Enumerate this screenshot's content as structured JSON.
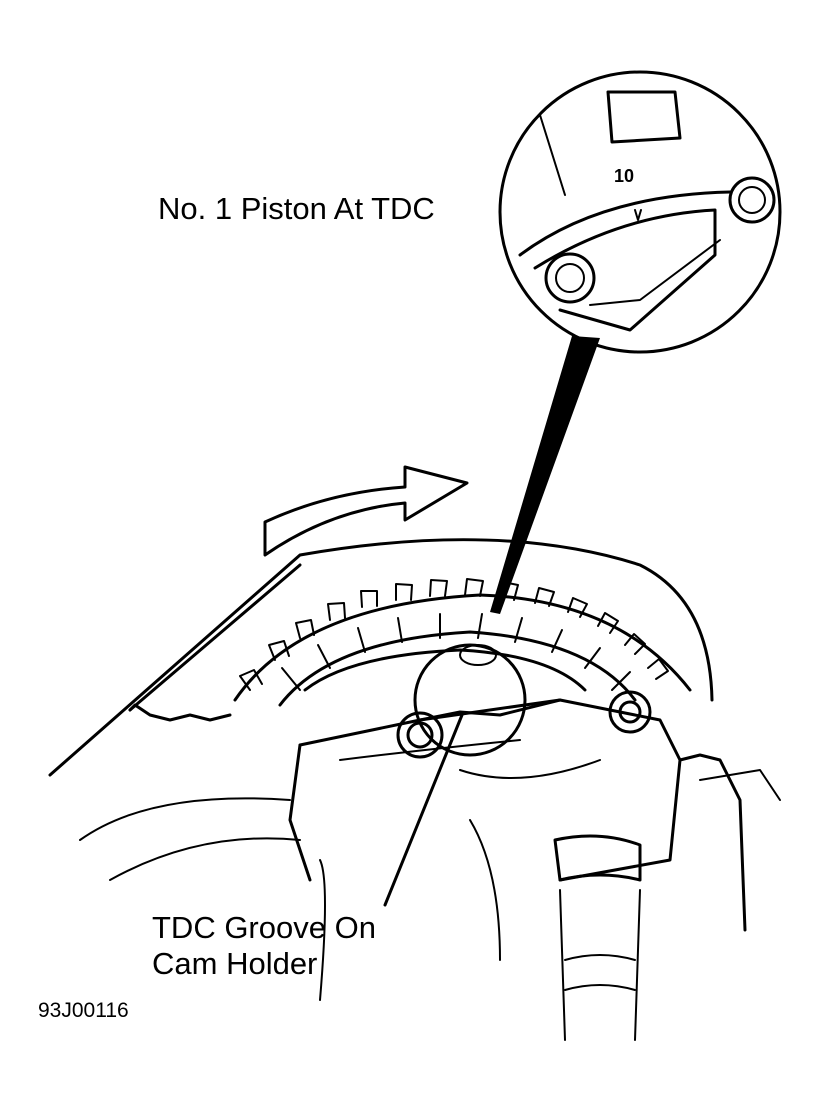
{
  "callouts": {
    "piston_at_tdc": "No. 1 Piston At TDC",
    "groove_line1": "TDC Groove On",
    "groove_line2": "Cam Holder"
  },
  "inset": {
    "timing_mark": "10"
  },
  "figure_id": "93J00116",
  "colors": {
    "ink": "#000000",
    "paper": "#ffffff"
  }
}
